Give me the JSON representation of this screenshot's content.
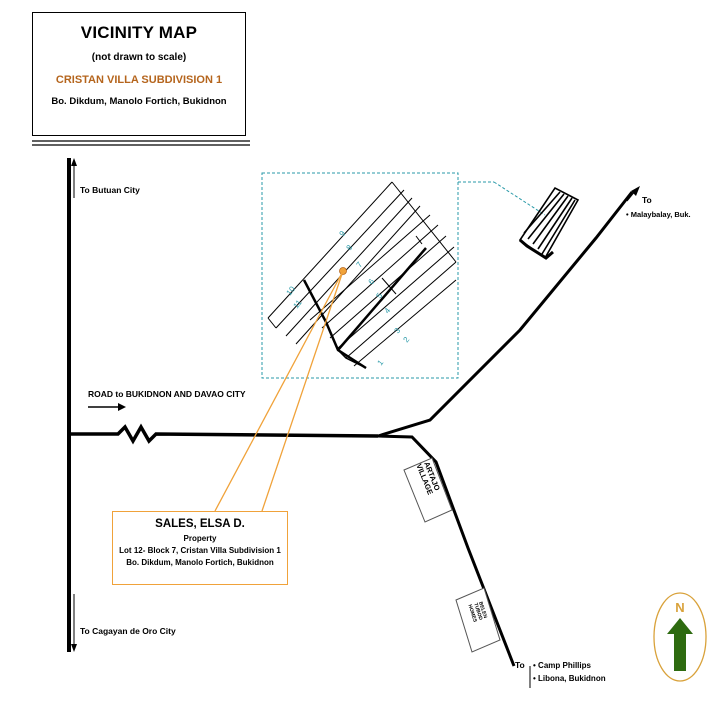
{
  "title": {
    "main": "VICINITY MAP",
    "sub": "(not drawn to scale)",
    "project": "CRISTAN VILLA SUBDIVISION 1",
    "location": "Bo. Dikdum, Manolo Fortich, Bukidnon"
  },
  "directions": {
    "butuan": "To Butuan  City",
    "cagayan": "To Cagayan de Oro City",
    "malaybalay_to": "To",
    "malaybalay": "Malaybalay, Buk.",
    "south_to": "To",
    "south_items": [
      "Camp Phillips",
      "Libona, Bukidnon"
    ]
  },
  "road_label": "ROAD to BUKIDNON  AND DAVAO CITY",
  "property": {
    "name": "SALES, ELSA D.",
    "desc": "Property",
    "lot": "Lot  12- Block 7, Cristan Villa Subdivision 1",
    "location": "Bo. Dikdum, Manolo Fortich, Bukidnon"
  },
  "villages": {
    "artajo": [
      "ARTAJO",
      "VILLAGE"
    ],
    "other": [
      "BELEN",
      "TUBOD",
      "HOMES"
    ]
  },
  "lot_numbers": [
    "1",
    "2",
    "3",
    "4",
    "5",
    "6",
    "7",
    "8",
    "9",
    "10",
    "11"
  ],
  "north": "N",
  "colors": {
    "callout": "#f0a23a",
    "lot_numbers": "#2a9aa8",
    "inset_border": "#2a9aa8",
    "north_ring": "#d9a23b",
    "north_arrow": "#2e6b10",
    "property_marker": "#f0a23a"
  }
}
